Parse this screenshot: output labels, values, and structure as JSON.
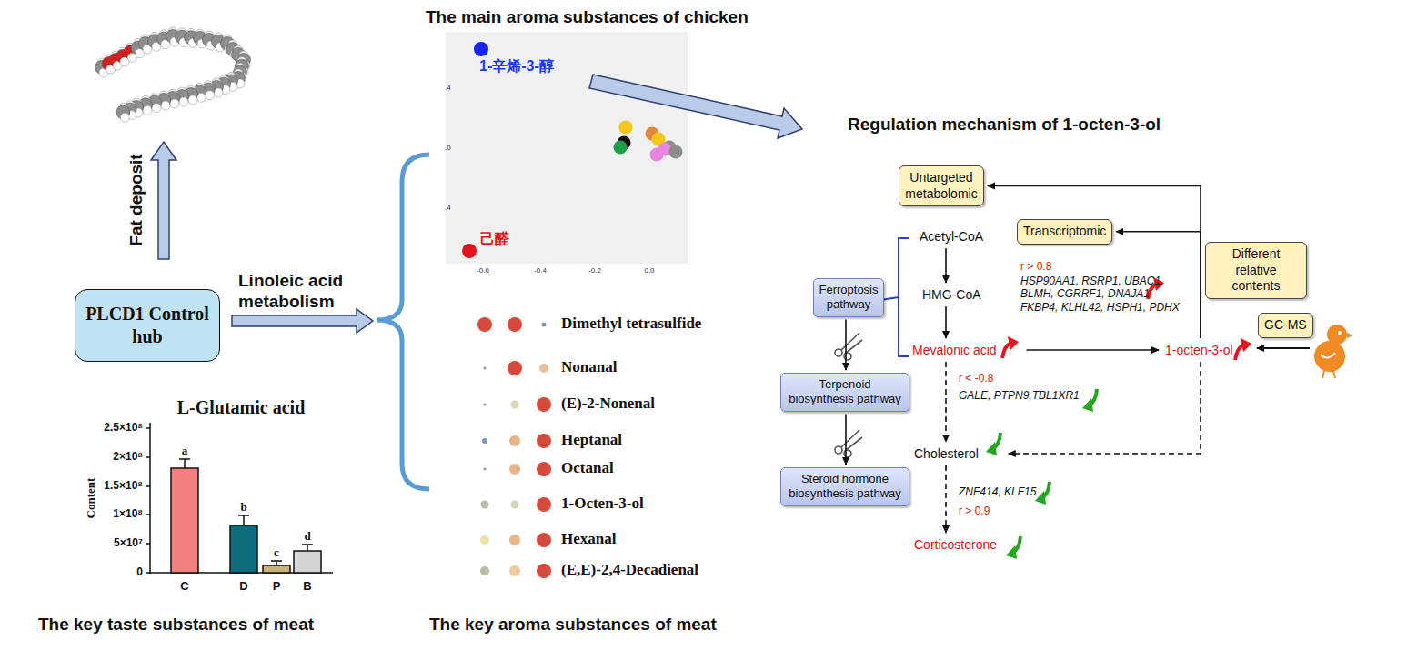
{
  "diagram": {
    "nodes": [
      {
        "text": [
          "PLCD1 Control hub"
        ]
      },
      {
        "text": [
          "Untargeted metabolomic"
        ]
      },
      {
        "text": [
          "Transcriptomic"
        ]
      },
      {
        "text": [
          "Different relative contents"
        ]
      },
      {
        "text": [
          "GC-MS"
        ]
      },
      {
        "text": [
          "Ferroptosis pathway"
        ]
      },
      {
        "text": [
          "Terpenoid biosynthesis pathway"
        ]
      },
      {
        "text": [
          "Steroid hormone biosynthesis pathway"
        ]
      },
      {
        "text": [
          "Acetyl-CoA"
        ]
      },
      {
        "text": [
          "HMG-CoA"
        ]
      },
      {
        "text": [
          "Mevalonic acid"
        ]
      },
      {
        "text": [
          "1-octen-3-ol"
        ]
      },
      {
        "text": [
          "Cholesterol"
        ]
      },
      {
        "text": [
          "Corticosterone"
        ]
      }
    ],
    "edges": [
      {
        "from": 8,
        "to": 9,
        "arrow": "to"
      },
      {
        "from": 9,
        "to": 10,
        "arrow": "to"
      },
      {
        "from": 10,
        "to": 11,
        "arrow": "to"
      },
      {
        "from": 10,
        "to": 12,
        "arrow": "to"
      },
      {
        "from": 12,
        "to": 13,
        "arrow": "to"
      },
      {
        "from": 11,
        "to": 12,
        "arrow": "to"
      },
      {
        "from": 11,
        "to": 1,
        "arrow": "to"
      },
      {
        "from": 11,
        "to": 2,
        "arrow": "to"
      },
      {
        "from": 5,
        "to": 6,
        "arrow": "to"
      },
      {
        "from": 6,
        "to": 7,
        "arrow": "to"
      }
    ],
    "labels": [
      "The main aroma substances of chicken",
      "1-辛烯-3-醇",
      "己醛",
      ".4",
      ".0",
      ".4",
      "-0.6",
      "-0.4",
      "-0.2",
      "0.0",
      "Dimethyl tetrasulfide",
      "Nonanal",
      "(E)-2-Nonenal",
      "Heptanal",
      "Octanal",
      "1-Octen-3-ol",
      "Hexanal",
      "(E,E)-2,4-Decadienal",
      "The key aroma substances of meat",
      "Fat deposit",
      "Linoleic acid metabolism",
      "L-Glutamic acid",
      "2.5×10⁸",
      "2×10⁸",
      "1.5×10⁸",
      "1×10⁸",
      "5×10⁷",
      "0",
      "Content",
      "C",
      "D",
      "P",
      "B",
      "a",
      "b",
      "c",
      "d",
      "The key taste substances of meat",
      "Regulation mechanism of 1-octen-3-ol",
      "r > 0.8",
      "HSP90AA1, RSRP1, UBAC1, BLMH, CGRRF1, DNAJA1, FKBP4, KLHL42, HSPH1, PDHX",
      "r < -0.8",
      "GALE, PTPN9,TBL1XR1",
      "ZNF414, KLF15",
      "r > 0.9"
    ]
  }
}
